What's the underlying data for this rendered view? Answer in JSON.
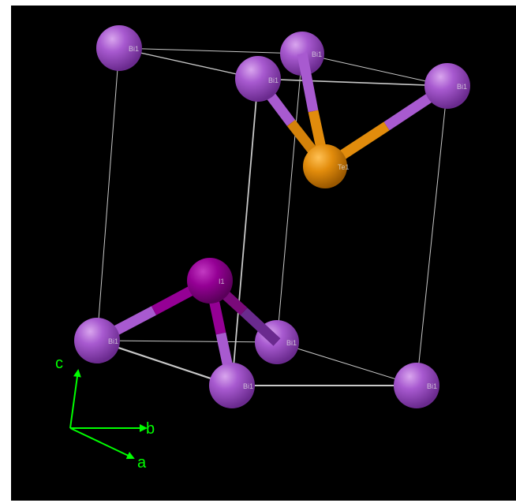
{
  "structure": {
    "atoms": [
      {
        "id": "bi-top-back-left",
        "element": "Bi",
        "label": "Bi1"
      },
      {
        "id": "bi-top-back-right",
        "element": "Bi",
        "label": "Bi1"
      },
      {
        "id": "bi-top-front-left",
        "element": "Bi",
        "label": "Bi1"
      },
      {
        "id": "bi-top-front-right",
        "element": "Bi",
        "label": "Bi1"
      },
      {
        "id": "te-center",
        "element": "Te",
        "label": "Te1"
      },
      {
        "id": "i-center",
        "element": "I",
        "label": "I1"
      },
      {
        "id": "bi-bottom-back-left",
        "element": "Bi",
        "label": "Bi1"
      },
      {
        "id": "bi-bottom-back-right",
        "element": "Bi",
        "label": "Bi1"
      },
      {
        "id": "bi-bottom-front-left",
        "element": "Bi",
        "label": "Bi1"
      },
      {
        "id": "bi-bottom-front-right",
        "element": "Bi",
        "label": "Bi1"
      }
    ],
    "colors": {
      "background": "#000000",
      "Bi": "#9b4fc2",
      "Te": "#d4820a",
      "I": "#940094",
      "cell_edges": "#c8c8c8",
      "axes": "#00ff00"
    }
  },
  "axes": {
    "a": "a",
    "b": "b",
    "c": "c"
  }
}
